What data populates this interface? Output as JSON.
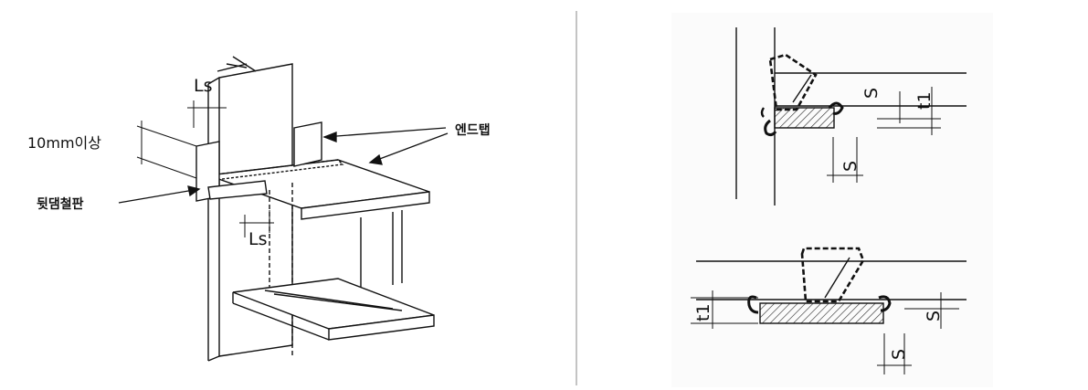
{
  "left_figure": {
    "labels": {
      "ls_top": "Ls",
      "thickness": "10mm이상",
      "end_tab": "엔드탭",
      "backing_strip": "뒷댐철판",
      "ls_bottom": "Ls"
    }
  },
  "right_figure": {
    "top_detail": {
      "s_label": "S",
      "t1_label": "t1",
      "s_bottom_label": "S"
    },
    "bottom_detail": {
      "t1_label": "t1",
      "s_right_label": "S",
      "s_bottom_label": "S"
    }
  }
}
